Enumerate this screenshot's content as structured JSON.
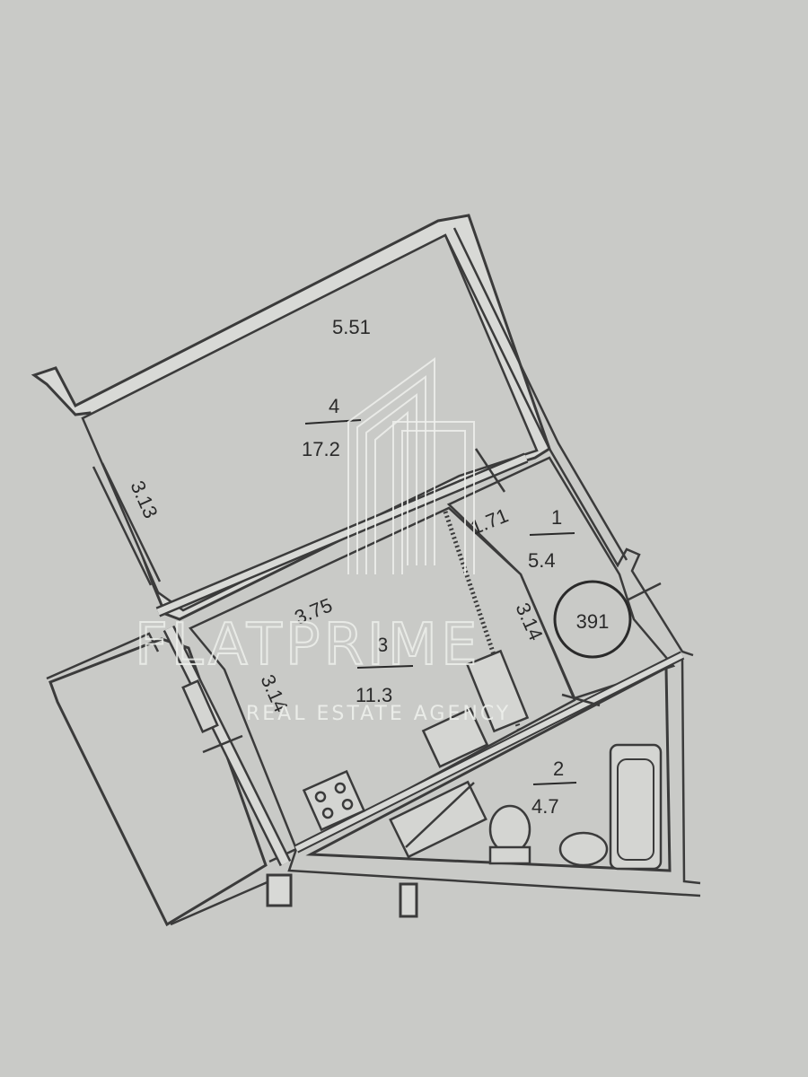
{
  "plan": {
    "dimensions": {
      "room4_top": "5.51",
      "room4_left": "3.13",
      "corridor_width": "1.71",
      "kitchen_top": "3.75",
      "kitchen_right": "3.14",
      "kitchen_left": "3.14"
    },
    "rooms": [
      {
        "number": "4",
        "area": "17.2"
      },
      {
        "number": "1",
        "area": "5.4"
      },
      {
        "number": "3",
        "area": "11.3"
      },
      {
        "number": "2",
        "area": "4.7"
      }
    ],
    "apartment_number": "391"
  },
  "watermark": {
    "brand": "FLATPRIME",
    "tagline": "REAL ESTATE AGENCY"
  }
}
